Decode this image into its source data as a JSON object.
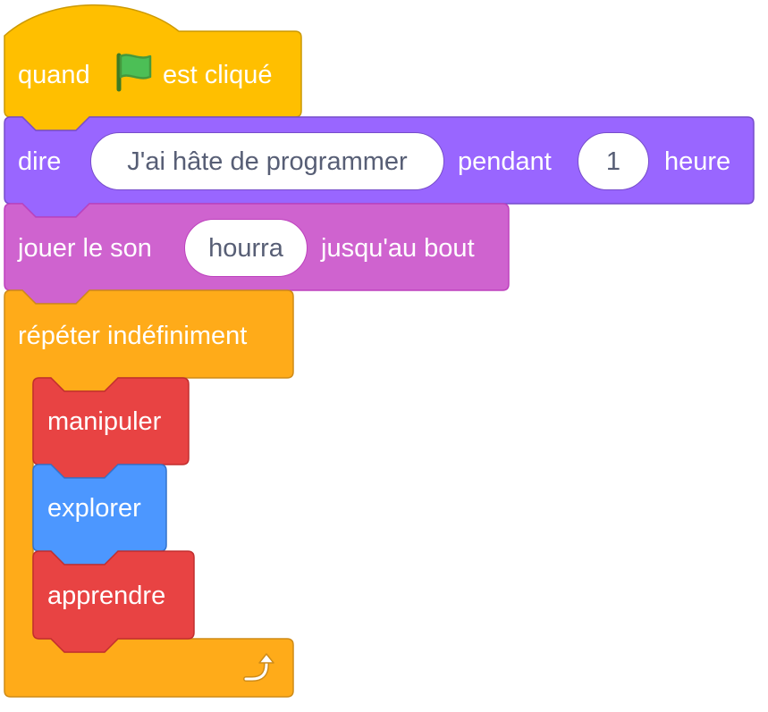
{
  "hat_block": {
    "label_before": "quand",
    "icon": "green-flag-icon",
    "label_after": "est cliqué",
    "color": "#ffbf00"
  },
  "say_block": {
    "label": "dire",
    "message": "J'ai hâte de programmer",
    "label_mid": "pendant",
    "duration": "1",
    "unit": "heure",
    "color": "#9966ff"
  },
  "sound_block": {
    "label": "jouer le son",
    "sound": "hourra",
    "label_after": "jusqu'au bout",
    "color": "#cf63cf"
  },
  "forever_block": {
    "label": "répéter indéfiniment",
    "icon": "loop-arrow-icon",
    "color": "#ffab19"
  },
  "inner_blocks": [
    {
      "label": "manipuler",
      "color": "#e84343"
    },
    {
      "label": "explorer",
      "color": "#4c97ff"
    },
    {
      "label": "apprendre",
      "color": "#e84343"
    }
  ]
}
